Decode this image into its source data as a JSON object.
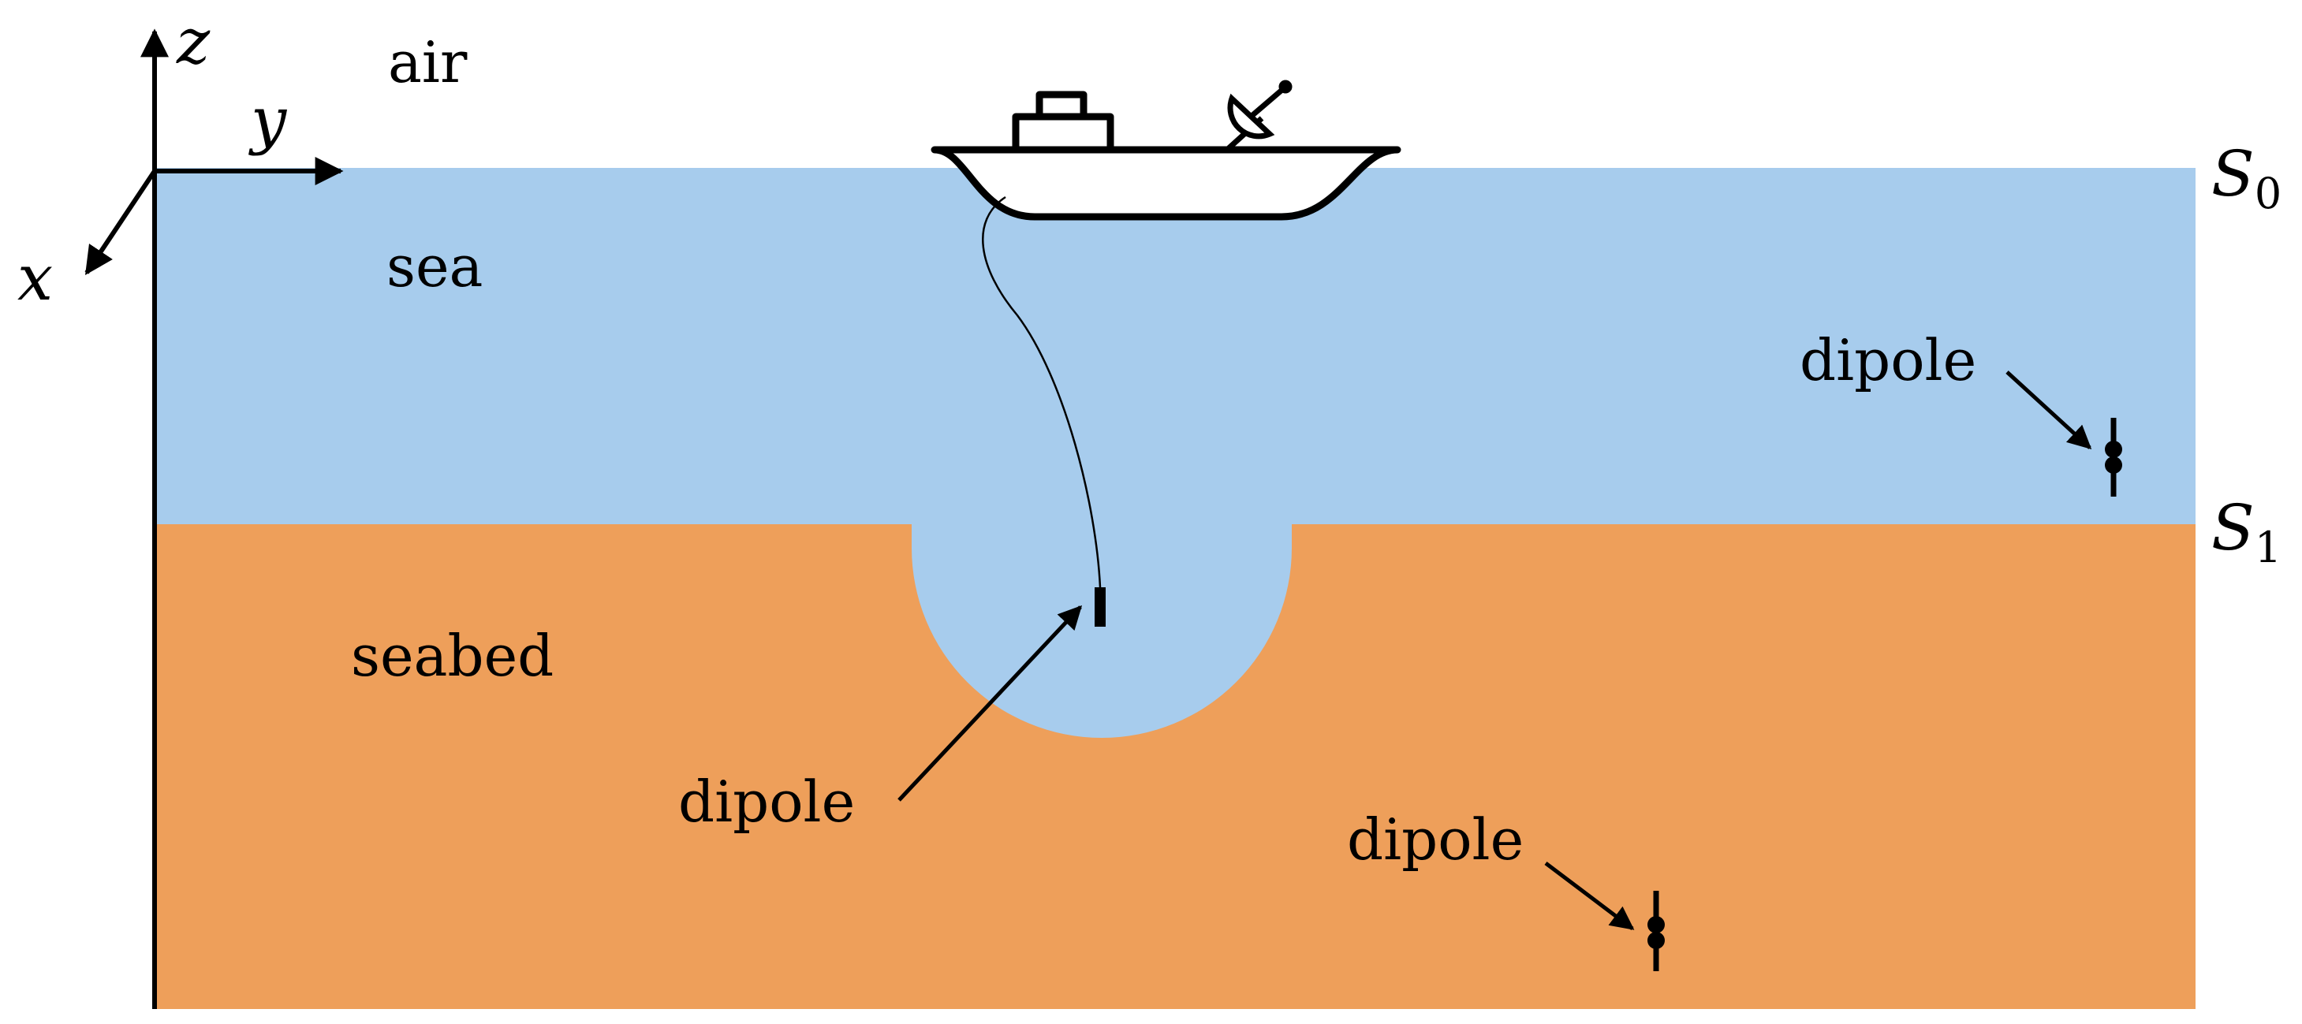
{
  "diagram": {
    "regions": {
      "air": "air",
      "sea": "sea",
      "seabed": "seabed"
    },
    "axes": {
      "x": "x",
      "y": "y",
      "z": "z"
    },
    "surfaces": {
      "s0_main": "S",
      "s0_sub": "0",
      "s1_main": "S",
      "s1_sub": "1"
    },
    "dipoles": [
      {
        "label": "dipole"
      },
      {
        "label": "dipole"
      },
      {
        "label": "dipole"
      }
    ],
    "colors": {
      "sea": "#a7cced",
      "seabed": "#ee9f5a",
      "line": "#000000",
      "background": "#ffffff"
    },
    "icons": [
      "ship-icon",
      "satellite-dish-icon"
    ]
  }
}
